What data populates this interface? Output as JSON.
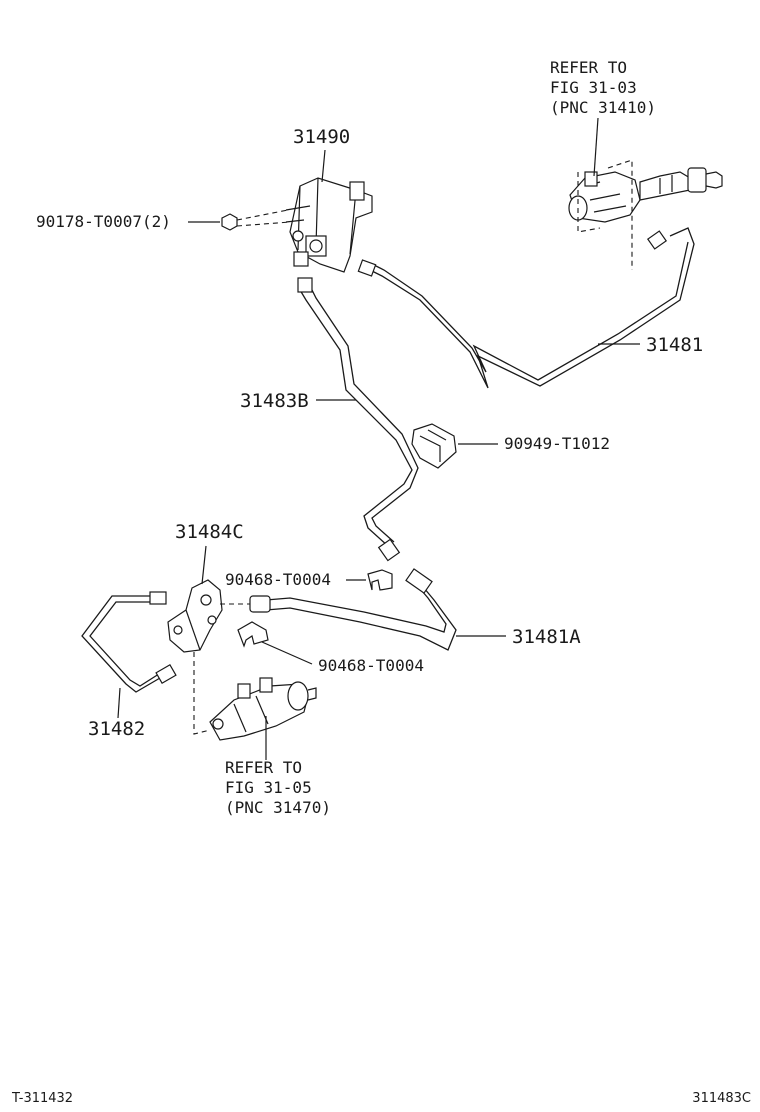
{
  "labels": {
    "refer_top_1": "REFER TO",
    "refer_top_2": "FIG 31-03",
    "refer_top_3": "(PNC 31410)",
    "p31490": "31490",
    "p90178": "90178-T0007(2)",
    "p31481": "31481",
    "p31483b": "31483B",
    "p90949": "90949-T1012",
    "p31484c": "31484C",
    "p90468a": "90468-T0004",
    "p31481a": "31481A",
    "p90468b": "90468-T0004",
    "p31482": "31482",
    "refer_bot_1": "REFER TO",
    "refer_bot_2": "FIG 31-05",
    "refer_bot_3": "(PNC 31470)"
  },
  "footer": {
    "left_code": "T-311432",
    "right_code": "311483C"
  }
}
